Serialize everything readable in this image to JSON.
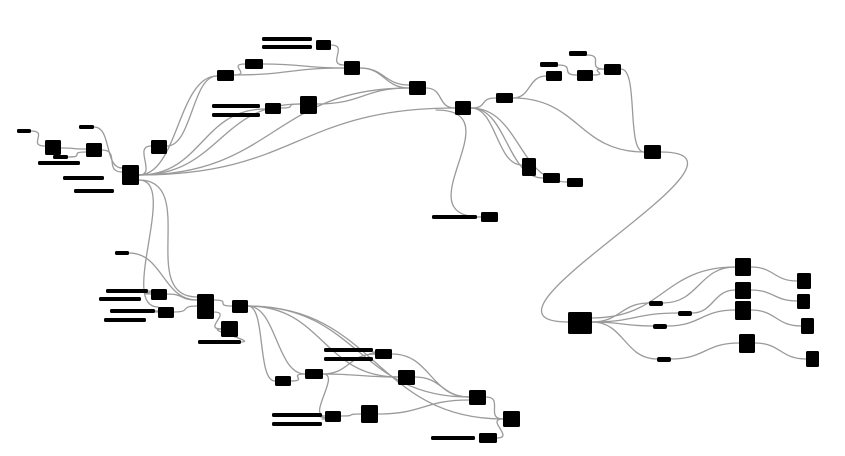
{
  "canvas": {
    "background": "#ffffff",
    "node_color": "#000000",
    "wire_color": "#9a9a9a"
  },
  "graph": {
    "component_count": 47,
    "label_bar_count": 30,
    "connection_count": 76,
    "clusters": [
      "top-left",
      "top-center",
      "top-right",
      "bottom-left",
      "right"
    ]
  }
}
